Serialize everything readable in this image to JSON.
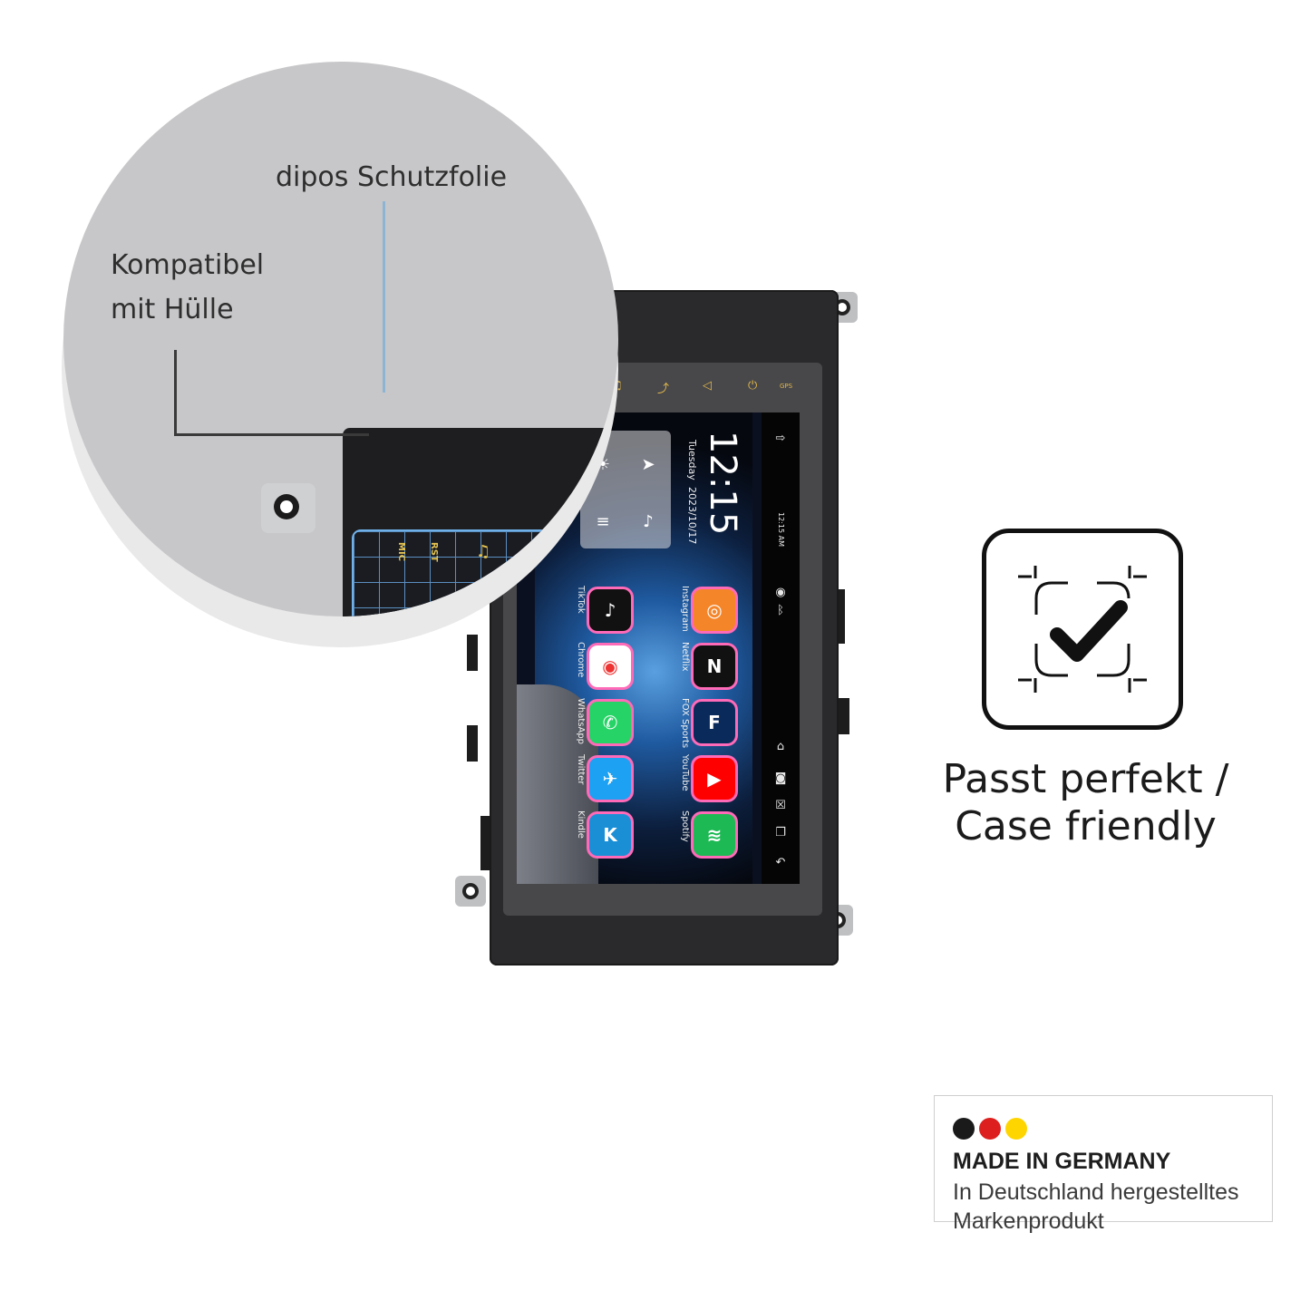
{
  "magnifier": {
    "label_film": "dipos Schutzfolie",
    "label_case_line1": "Kompatibel",
    "label_case_line2": "mit Hülle",
    "zoom_labels": [
      "MIC",
      "RST"
    ]
  },
  "device": {
    "clock_time": "12:15",
    "clock_day": "Tuesday",
    "clock_date": "2023/10/17",
    "status_time": "12:15 AM",
    "apps": [
      {
        "label": "Instagram",
        "icon": "instagram-icon",
        "color": "#f58529"
      },
      {
        "label": "TikTok",
        "icon": "tiktok-icon",
        "color": "#111111"
      },
      {
        "label": "Netflix",
        "icon": "netflix-icon",
        "color": "#111111"
      },
      {
        "label": "Chrome",
        "icon": "chrome-icon",
        "color": "#ffffff"
      },
      {
        "label": "FOX Sports",
        "icon": "fox-sports-icon",
        "color": "#0b2a5c"
      },
      {
        "label": "WhatsApp",
        "icon": "whatsapp-icon",
        "color": "#25d366"
      },
      {
        "label": "YouTube",
        "icon": "youtube-icon",
        "color": "#ff0000"
      },
      {
        "label": "Twitter",
        "icon": "twitter-icon",
        "color": "#1da1f2"
      },
      {
        "label": "Spotify",
        "icon": "spotify-icon",
        "color": "#1db954"
      },
      {
        "label": "Kindle",
        "icon": "kindle-icon",
        "color": "#1a8fd6"
      }
    ],
    "topbar_label": "GPS"
  },
  "badge": {
    "caption_line1": "Passt perfekt /",
    "caption_line2": "Case friendly"
  },
  "made_in_germany": {
    "title": "MADE IN GERMANY",
    "line1": "In Deutschland hergestelltes",
    "line2": "Markenprodukt",
    "colors": [
      "#1a1a1a",
      "#dd1f1f",
      "#ffd500"
    ]
  }
}
